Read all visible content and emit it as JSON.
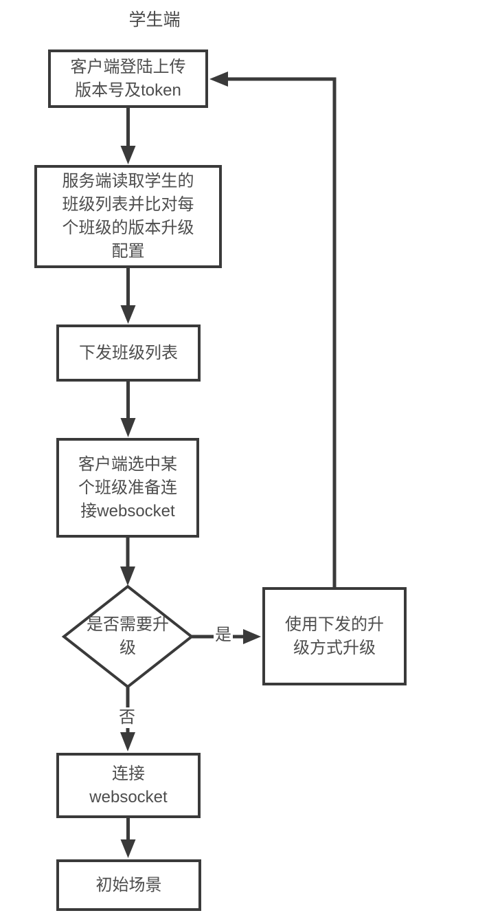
{
  "title": "学生端",
  "nodes": {
    "login": {
      "lines": [
        "客户端登陆上传",
        "版本号及token"
      ]
    },
    "server": {
      "lines": [
        "服务端读取学生的",
        "班级列表并比对每",
        "个班级的版本升级",
        "配置"
      ]
    },
    "sendlist": {
      "lines": [
        "下发班级列表"
      ]
    },
    "select": {
      "lines": [
        "客户端选中某",
        "个班级准备连",
        "接websocket"
      ]
    },
    "decision": {
      "lines": [
        "是否需要升",
        "级"
      ]
    },
    "upgrade": {
      "lines": [
        "使用下发的升",
        "级方式升级"
      ]
    },
    "connect": {
      "lines": [
        "连接",
        "websocket"
      ]
    },
    "initial": {
      "lines": [
        "初始场景"
      ]
    }
  },
  "edge_labels": {
    "yes": "是",
    "no": "否"
  },
  "colors": {
    "line": "#3a3a3a",
    "text": "#4d4d4d",
    "background": "#ffffff"
  }
}
